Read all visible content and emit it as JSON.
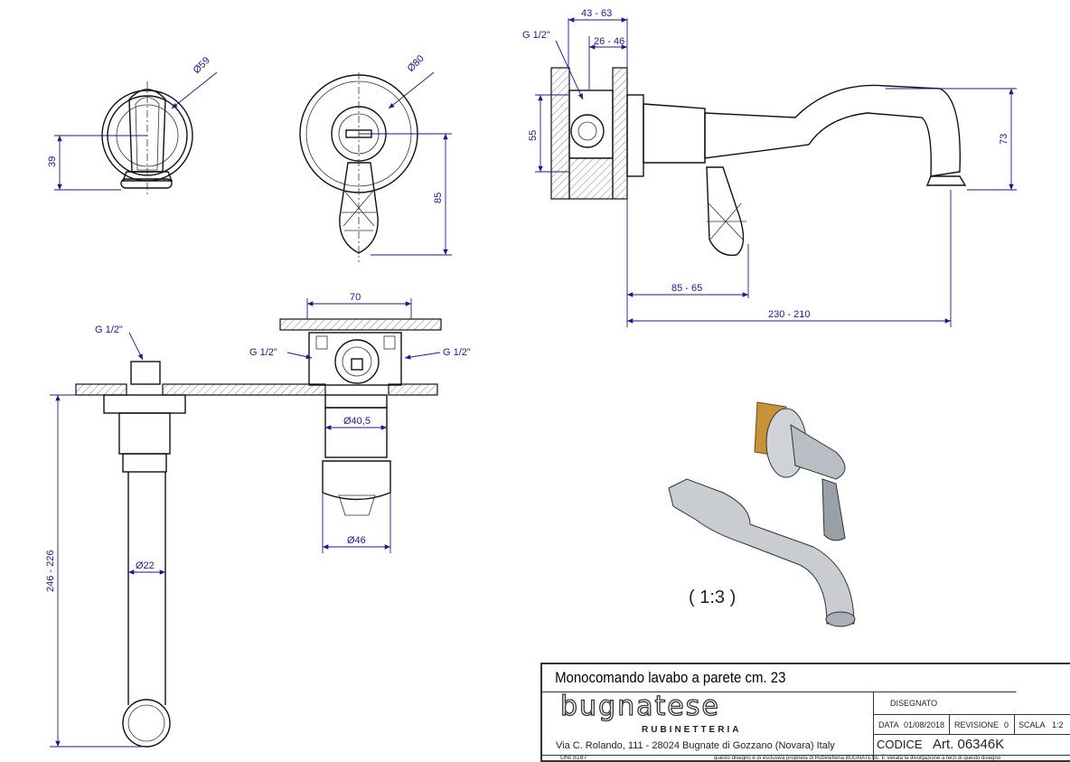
{
  "views": {
    "front_small": {
      "diameter": "Ø59",
      "height": "39"
    },
    "front_large": {
      "diameter": "Ø80",
      "height": "85"
    },
    "side": {
      "thread": "G 1/2\"",
      "dim_top_outer": "43 - 63",
      "dim_top_inner": "26 - 46",
      "height_left": "55",
      "height_right": "73",
      "handle_offset": "85 - 65",
      "spout_length": "230 - 210"
    },
    "plan": {
      "thread_left": "G 1/2\"",
      "thread_body_left": "G 1/2\"",
      "thread_body_right": "G 1/2\"",
      "body_width": "70",
      "collar_diameter": "Ø40,5",
      "handle_diameter": "Ø46",
      "spout_diameter": "Ø22",
      "spout_length": "246 - 226"
    },
    "render": {
      "scale_label": "( 1:3 )"
    }
  },
  "title_block": {
    "title": "Monocomando lavabo a parete cm. 23",
    "logo": "bugnatese",
    "logo_sub": "RUBINETTERIA",
    "address": "Via C. Rolando, 111 - 28024 Bugnate di Gozzano (Novara) Italy",
    "disegnato_label": "DISEGNATO",
    "data_label": "DATA",
    "data_value": "01/08/2018",
    "revisione_label": "REVISIONE",
    "revisione_value": "0",
    "scala_label": "SCALA",
    "scala_value": "1:2",
    "codice_label": "CODICE",
    "codice_value": "Art. 06346K",
    "uni": "UNI 8187",
    "notice": "questo disegno è di esclusiva proprietà di Rubinetteria BUGNATESE. È vietata la divulgazione a terzi di questo disegno"
  }
}
